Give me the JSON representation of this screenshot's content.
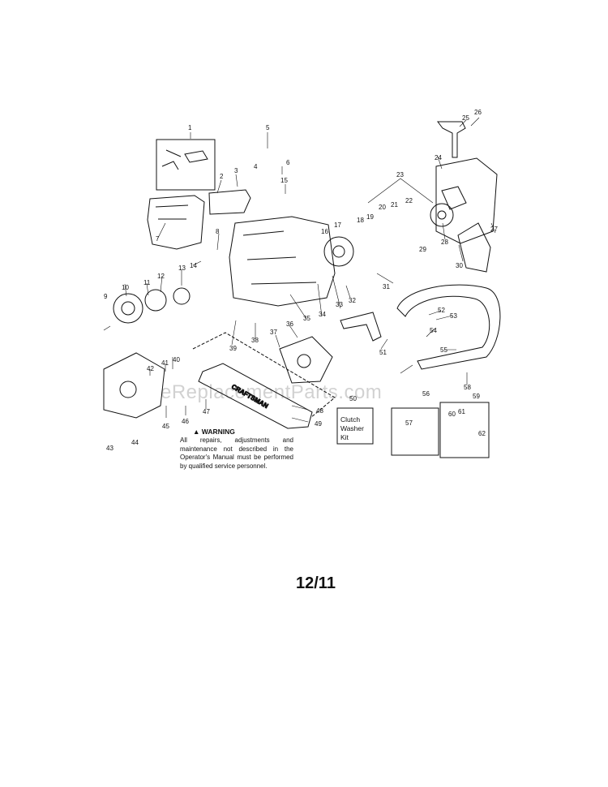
{
  "warning": {
    "title": "WARNING",
    "body": "All repairs, adjustments and maintenance not described in the Operator's Manual must be performed by qualified service personnel."
  },
  "kit_label": "Clutch Washer Kit",
  "page_number": "12/11",
  "watermark": "eReplacementParts.com",
  "bar_brand": "CRAFTSMAN",
  "parts": [
    "1",
    "2",
    "3",
    "4",
    "5",
    "6",
    "7",
    "8",
    "9",
    "10",
    "11",
    "12",
    "13",
    "14",
    "15",
    "16",
    "17",
    "18",
    "19",
    "20",
    "21",
    "22",
    "23",
    "24",
    "25",
    "26",
    "27",
    "28",
    "29",
    "30",
    "31",
    "32",
    "33",
    "34",
    "35",
    "36",
    "37",
    "38",
    "39",
    "40",
    "41",
    "42",
    "43",
    "44",
    "45",
    "46",
    "47",
    "48",
    "49",
    "50",
    "51",
    "52",
    "53",
    "54",
    "55",
    "56",
    "57",
    "58",
    "59",
    "60",
    "61",
    "62"
  ]
}
